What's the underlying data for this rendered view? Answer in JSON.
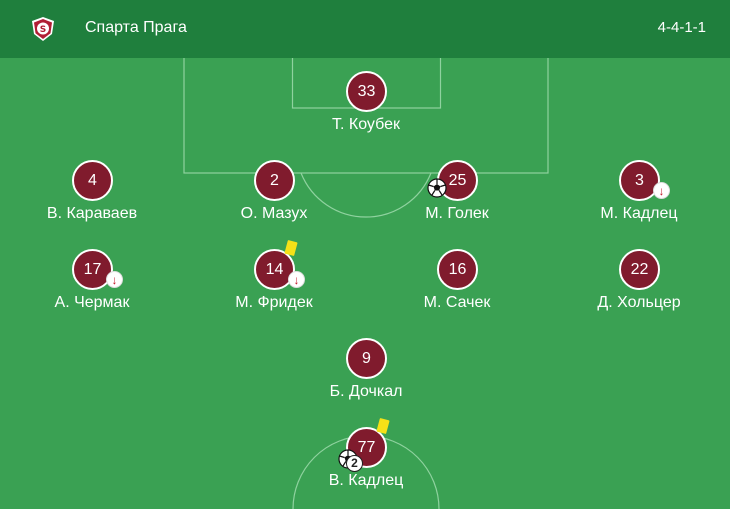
{
  "header": {
    "team_name": "Спарта Прага",
    "formation": "4-4-1-1",
    "logo_icon": "sparta-crest-icon",
    "background_color": "#1f7f3d"
  },
  "pitch": {
    "background_color": "#3aa153",
    "line_color": "#8fd29f"
  },
  "players": [
    {
      "number": "33",
      "name": "Т. Коубек"
    },
    {
      "number": "4",
      "name": "В. Караваев"
    },
    {
      "number": "2",
      "name": "О. Мазух"
    },
    {
      "number": "25",
      "name": "М. Голек",
      "goal": true
    },
    {
      "number": "3",
      "name": "М. Кадлец",
      "substituted": true
    },
    {
      "number": "17",
      "name": "А. Чермак",
      "substituted": true
    },
    {
      "number": "14",
      "name": "М. Фридек",
      "yellow_card": true,
      "substituted": true
    },
    {
      "number": "16",
      "name": "М. Сачек"
    },
    {
      "number": "22",
      "name": "Д. Хольцер"
    },
    {
      "number": "9",
      "name": "Б. Дочкал"
    },
    {
      "number": "77",
      "name": "В. Кадлец",
      "yellow_card": true,
      "goals": 2,
      "goals_label": "2"
    }
  ],
  "colors": {
    "shirt": "#801b2d",
    "yellow_card": "#f5e118",
    "sub_arrow": "#c21a2c"
  }
}
